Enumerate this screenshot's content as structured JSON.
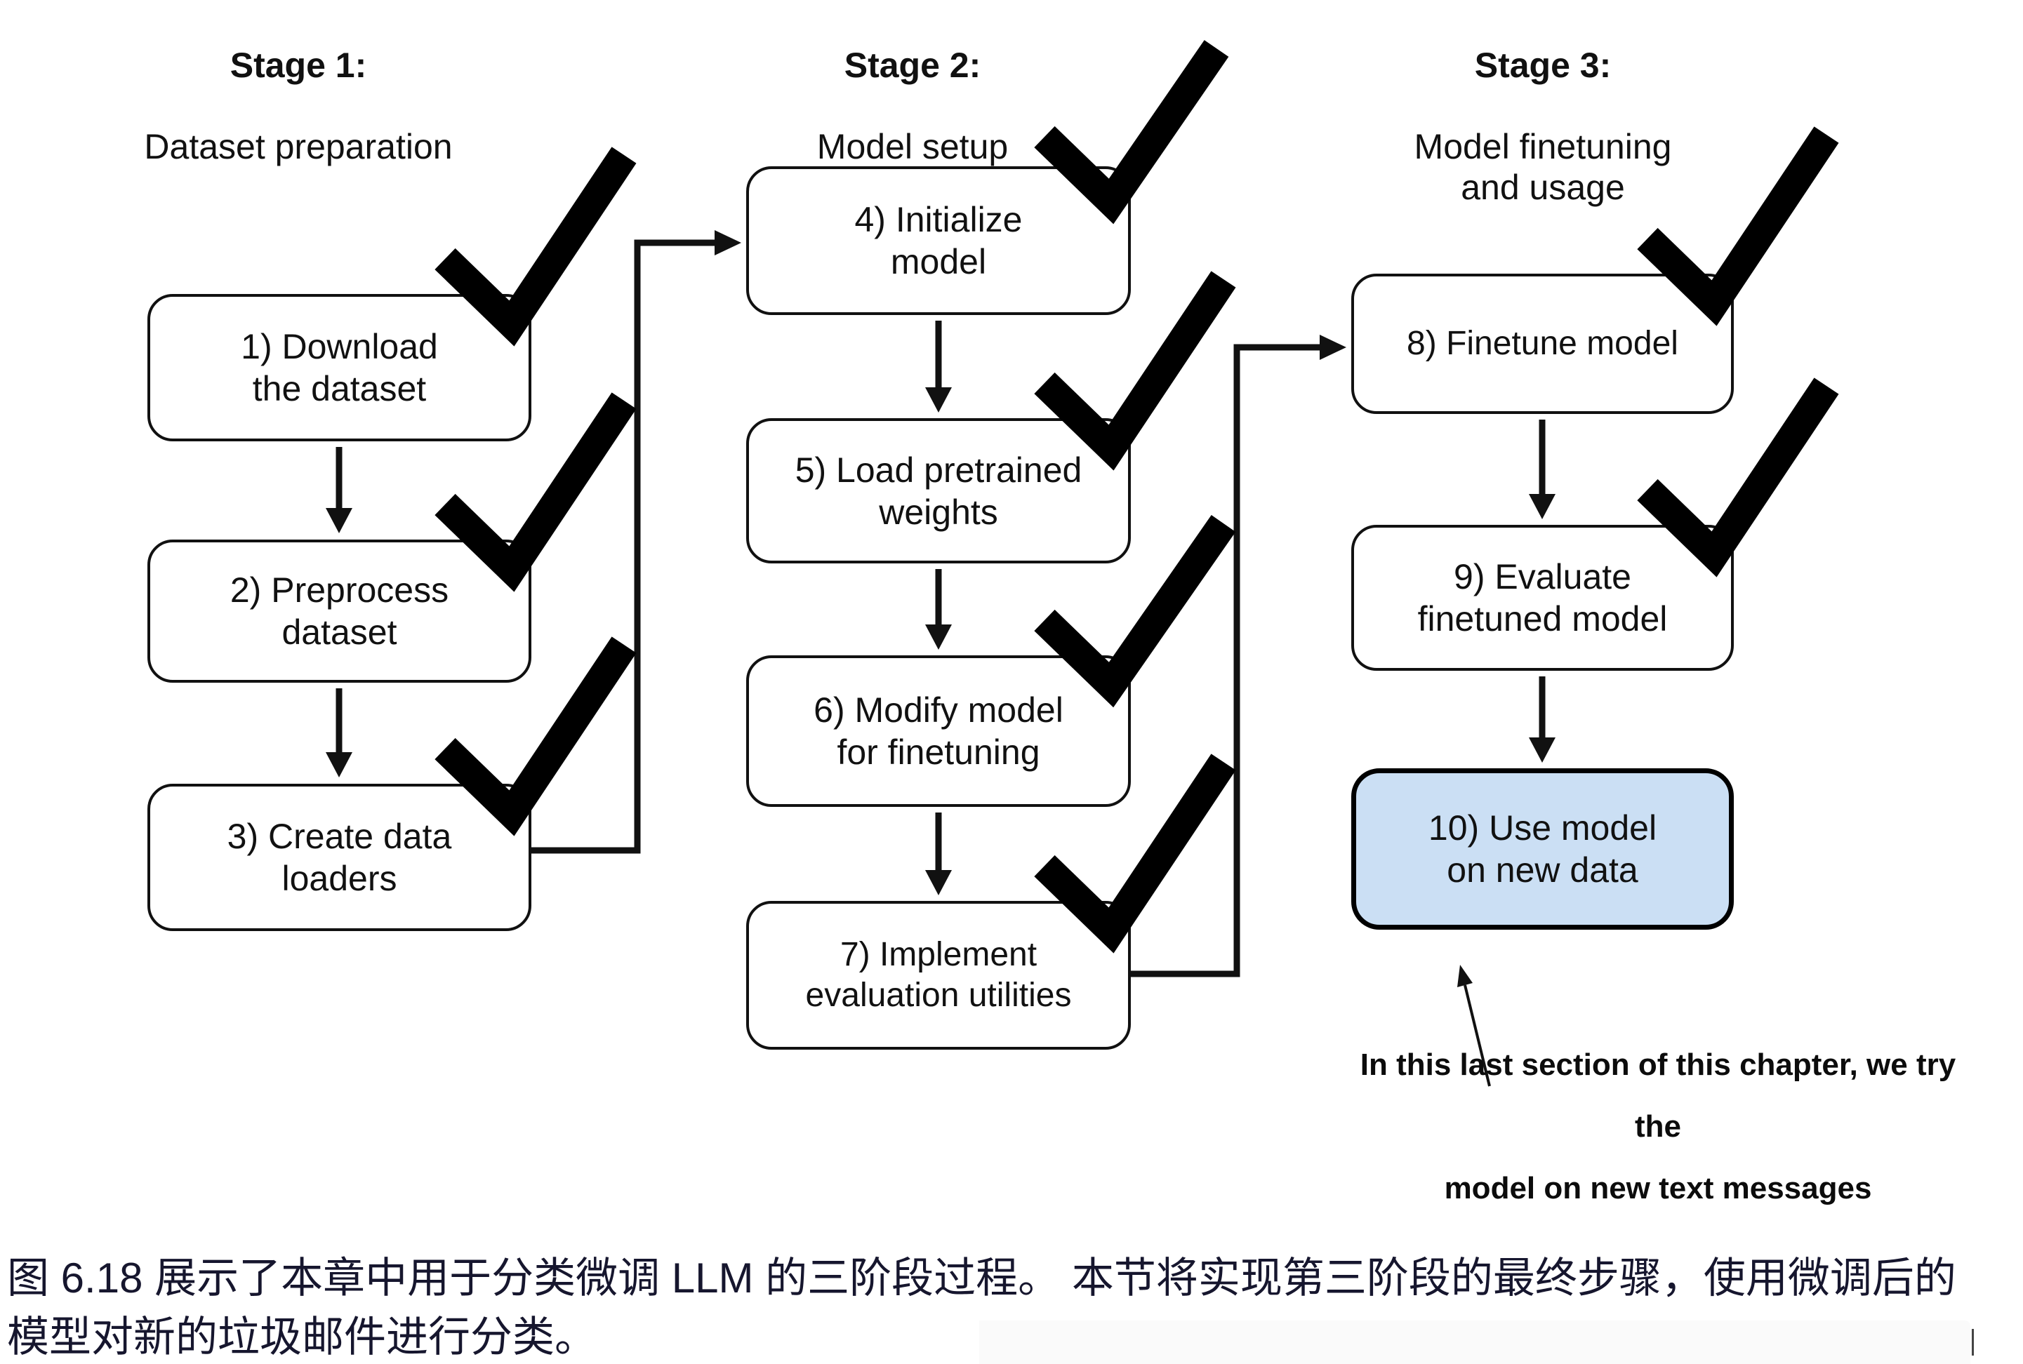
{
  "figure": {
    "stages": [
      {
        "title": "Stage 1:",
        "subtitle": "Dataset preparation"
      },
      {
        "title": "Stage 2:",
        "subtitle": "Model setup"
      },
      {
        "title": "Stage 3:",
        "subtitle": "Model finetuning\nand usage"
      }
    ],
    "steps": [
      {
        "label": "1) Download\nthe dataset",
        "done": true,
        "highlighted": false
      },
      {
        "label": "2) Preprocess\ndataset",
        "done": true,
        "highlighted": false
      },
      {
        "label": "3) Create data\nloaders",
        "done": true,
        "highlighted": false
      },
      {
        "label": "4) Initialize\nmodel",
        "done": true,
        "highlighted": false
      },
      {
        "label": "5) Load pretrained\nweights",
        "done": true,
        "highlighted": false
      },
      {
        "label": "6) Modify model\nfor finetuning",
        "done": true,
        "highlighted": false
      },
      {
        "label": "7) Implement\nevaluation utilities",
        "done": true,
        "highlighted": false
      },
      {
        "label": "8) Finetune model",
        "done": true,
        "highlighted": false
      },
      {
        "label": "9) Evaluate\nfinetuned model",
        "done": true,
        "highlighted": false
      },
      {
        "label": "10) Use model\non new data",
        "done": false,
        "highlighted": true
      }
    ],
    "annotation": "In this last section of this chapter, we try the\nmodel on new text messages",
    "colors": {
      "highlight_fill": "#cbdff4",
      "line": "#111111"
    }
  },
  "caption": "图 6.18 展示了本章中用于分类微调 LLM 的三阶段过程。 本节将实现第三阶段的最终步骤，使用微调后的\n模型对新的垃圾邮件进行分类。"
}
